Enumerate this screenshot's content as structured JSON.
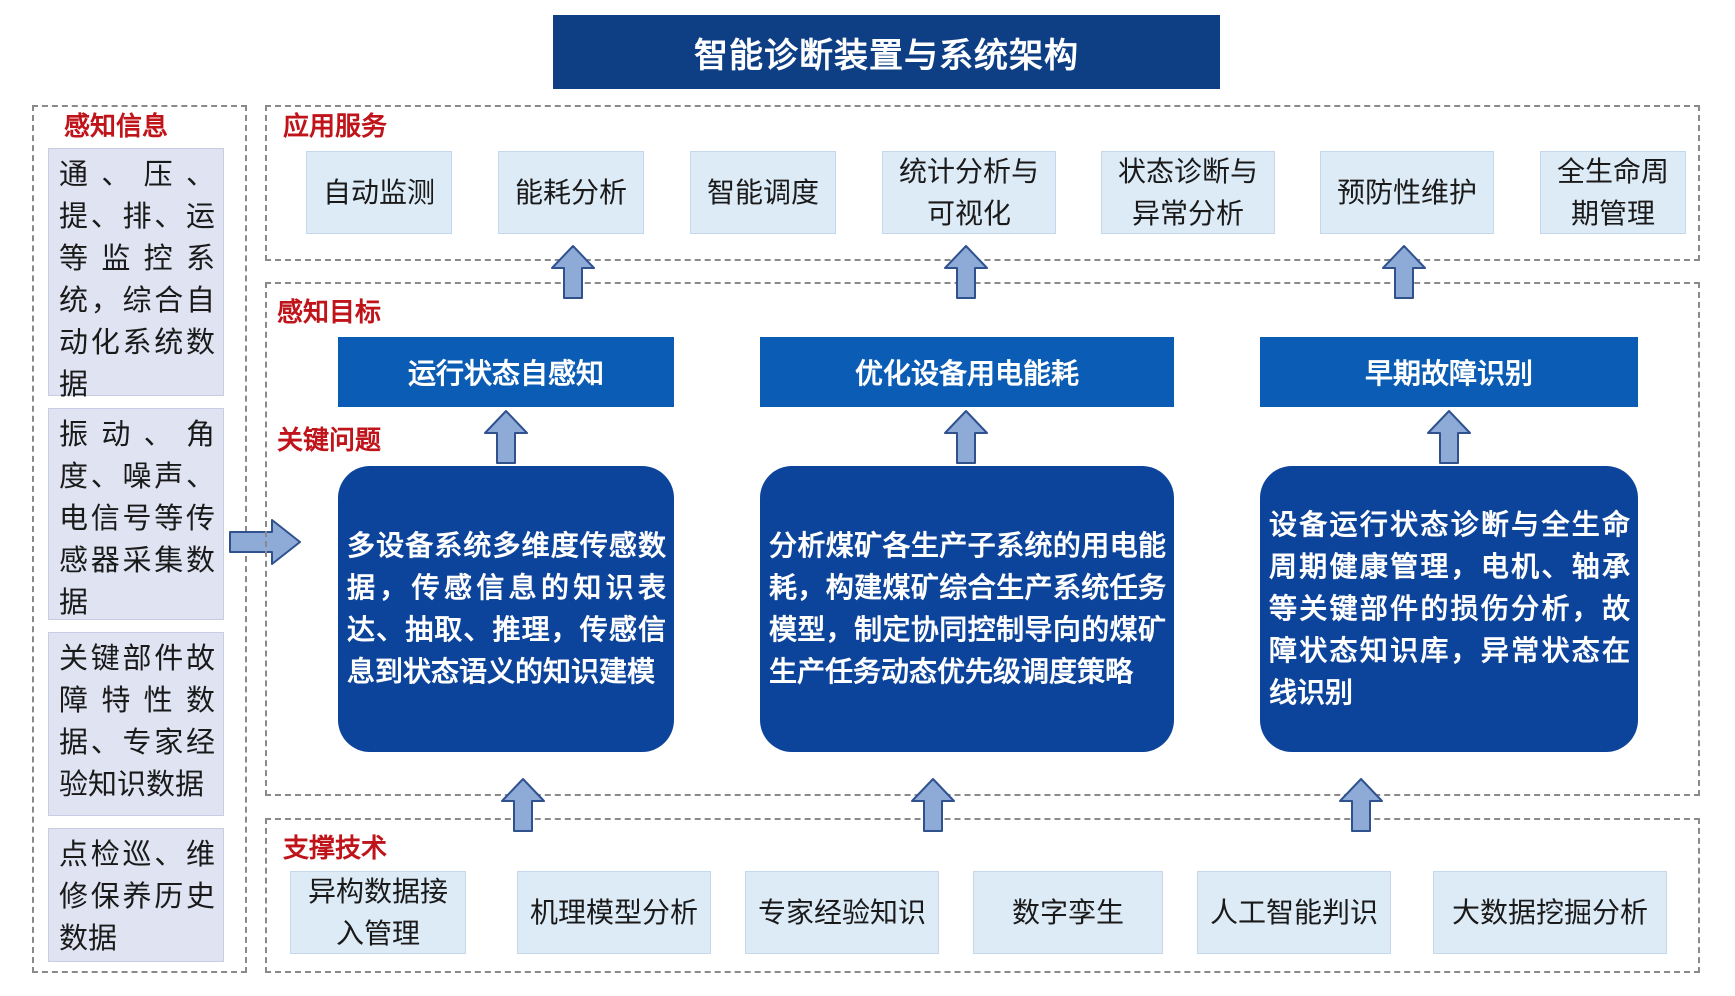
{
  "title": "智能诊断装置与系统架构",
  "sections": {
    "perception_info": "感知信息",
    "app_services": "应用服务",
    "perception_goals": "感知目标",
    "key_issues": "关键问题",
    "support_tech": "支撑技术"
  },
  "perception_info_items": [
    "通、压、提、排、运等监控系统，综合自动化系统数据",
    "振动、角度、噪声、电信号等传感器采集数据",
    "关键部件故障特性数据、专家经验知识数据",
    "点检巡、维修保养历史数据"
  ],
  "app_services": [
    [
      "自动监测"
    ],
    [
      "能耗分析"
    ],
    [
      "智能调度"
    ],
    [
      "统计分析与",
      "可视化"
    ],
    [
      "状态诊断与",
      "异常分析"
    ],
    [
      "预防性维护"
    ],
    [
      "全生命周",
      "期管理"
    ]
  ],
  "goals": [
    "运行状态自感知",
    "优化设备用电能耗",
    "早期故障识别"
  ],
  "issues": [
    "多设备系统多维度传感数据，传感信息的知识表达、抽取、推理，传感信息到状态语义的知识建模",
    "分析煤矿各生产子系统的用电能耗，构建煤矿综合生产系统任务模型，制定协同控制导向的煤矿生产任务动态优先级调度策略",
    "设备运行状态诊断与全生命周期健康管理，电机、轴承等关键部件的损伤分析，故障状态知识库，异常状态在线识别"
  ],
  "support_tech": [
    [
      "异构数据接",
      "入管理"
    ],
    [
      "机理模型分析"
    ],
    [
      "专家经验知识"
    ],
    [
      "数字孪生"
    ],
    [
      "人工智能判识"
    ],
    [
      "大数据挖掘分析"
    ]
  ],
  "colors": {
    "title_bg": "#0e3f84",
    "section_label": "#c0141b",
    "goal_bar": "#0a5cb4",
    "issue_box": "#0c449b",
    "light_box": "#ddebf7",
    "left_box": "#dfe3f2",
    "arrow_fill": "#8eabd8",
    "arrow_stroke": "#2f528f"
  }
}
